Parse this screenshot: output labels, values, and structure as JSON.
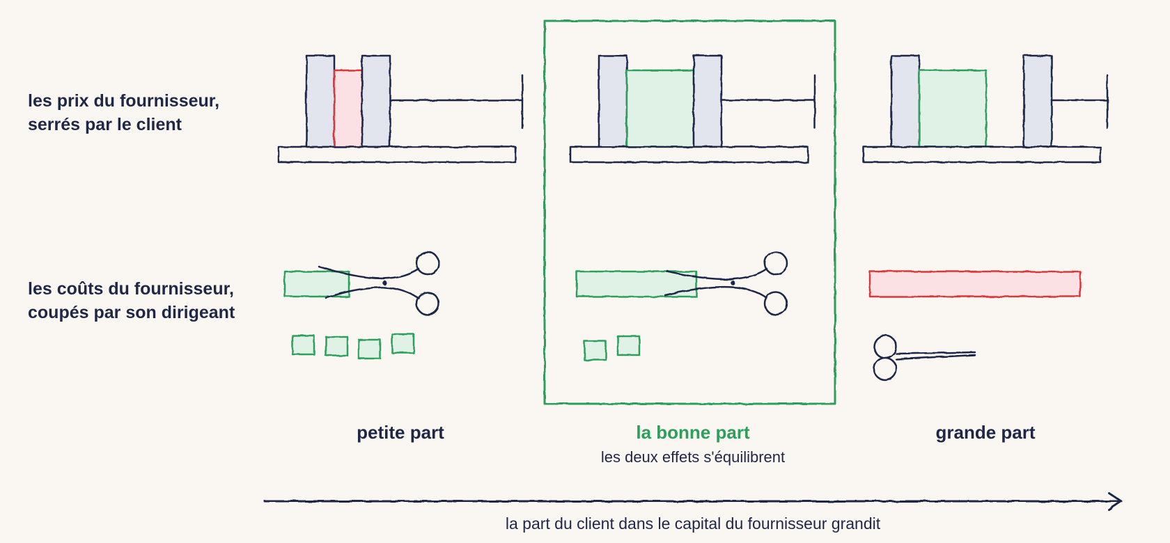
{
  "rows": {
    "prices": {
      "line1": "les prix du fournisseur,",
      "line2": "serrés par le client"
    },
    "costs": {
      "line1": "les coûts du fournisseur,",
      "line2": "coupés par son dirigeant"
    }
  },
  "columns": [
    {
      "title": "petite part",
      "subtitle": ""
    },
    {
      "title": "la bonne part",
      "subtitle": "les deux effets s'équilibrent"
    },
    {
      "title": "grande part",
      "subtitle": ""
    }
  ],
  "axis": {
    "label": "la part du client dans le capital du fournisseur grandit"
  },
  "colors": {
    "ink": "#1f2747",
    "green": "#2e9e5b",
    "green_fill": "#dff2e5",
    "red": "#d9393b",
    "red_fill": "#fbe1e3",
    "jaw_fill": "#e2e5ee",
    "background": "#faf7f2"
  },
  "icons": [
    "vise-icon",
    "scissors-icon",
    "cut-piece-icon",
    "arrow-right-icon"
  ]
}
